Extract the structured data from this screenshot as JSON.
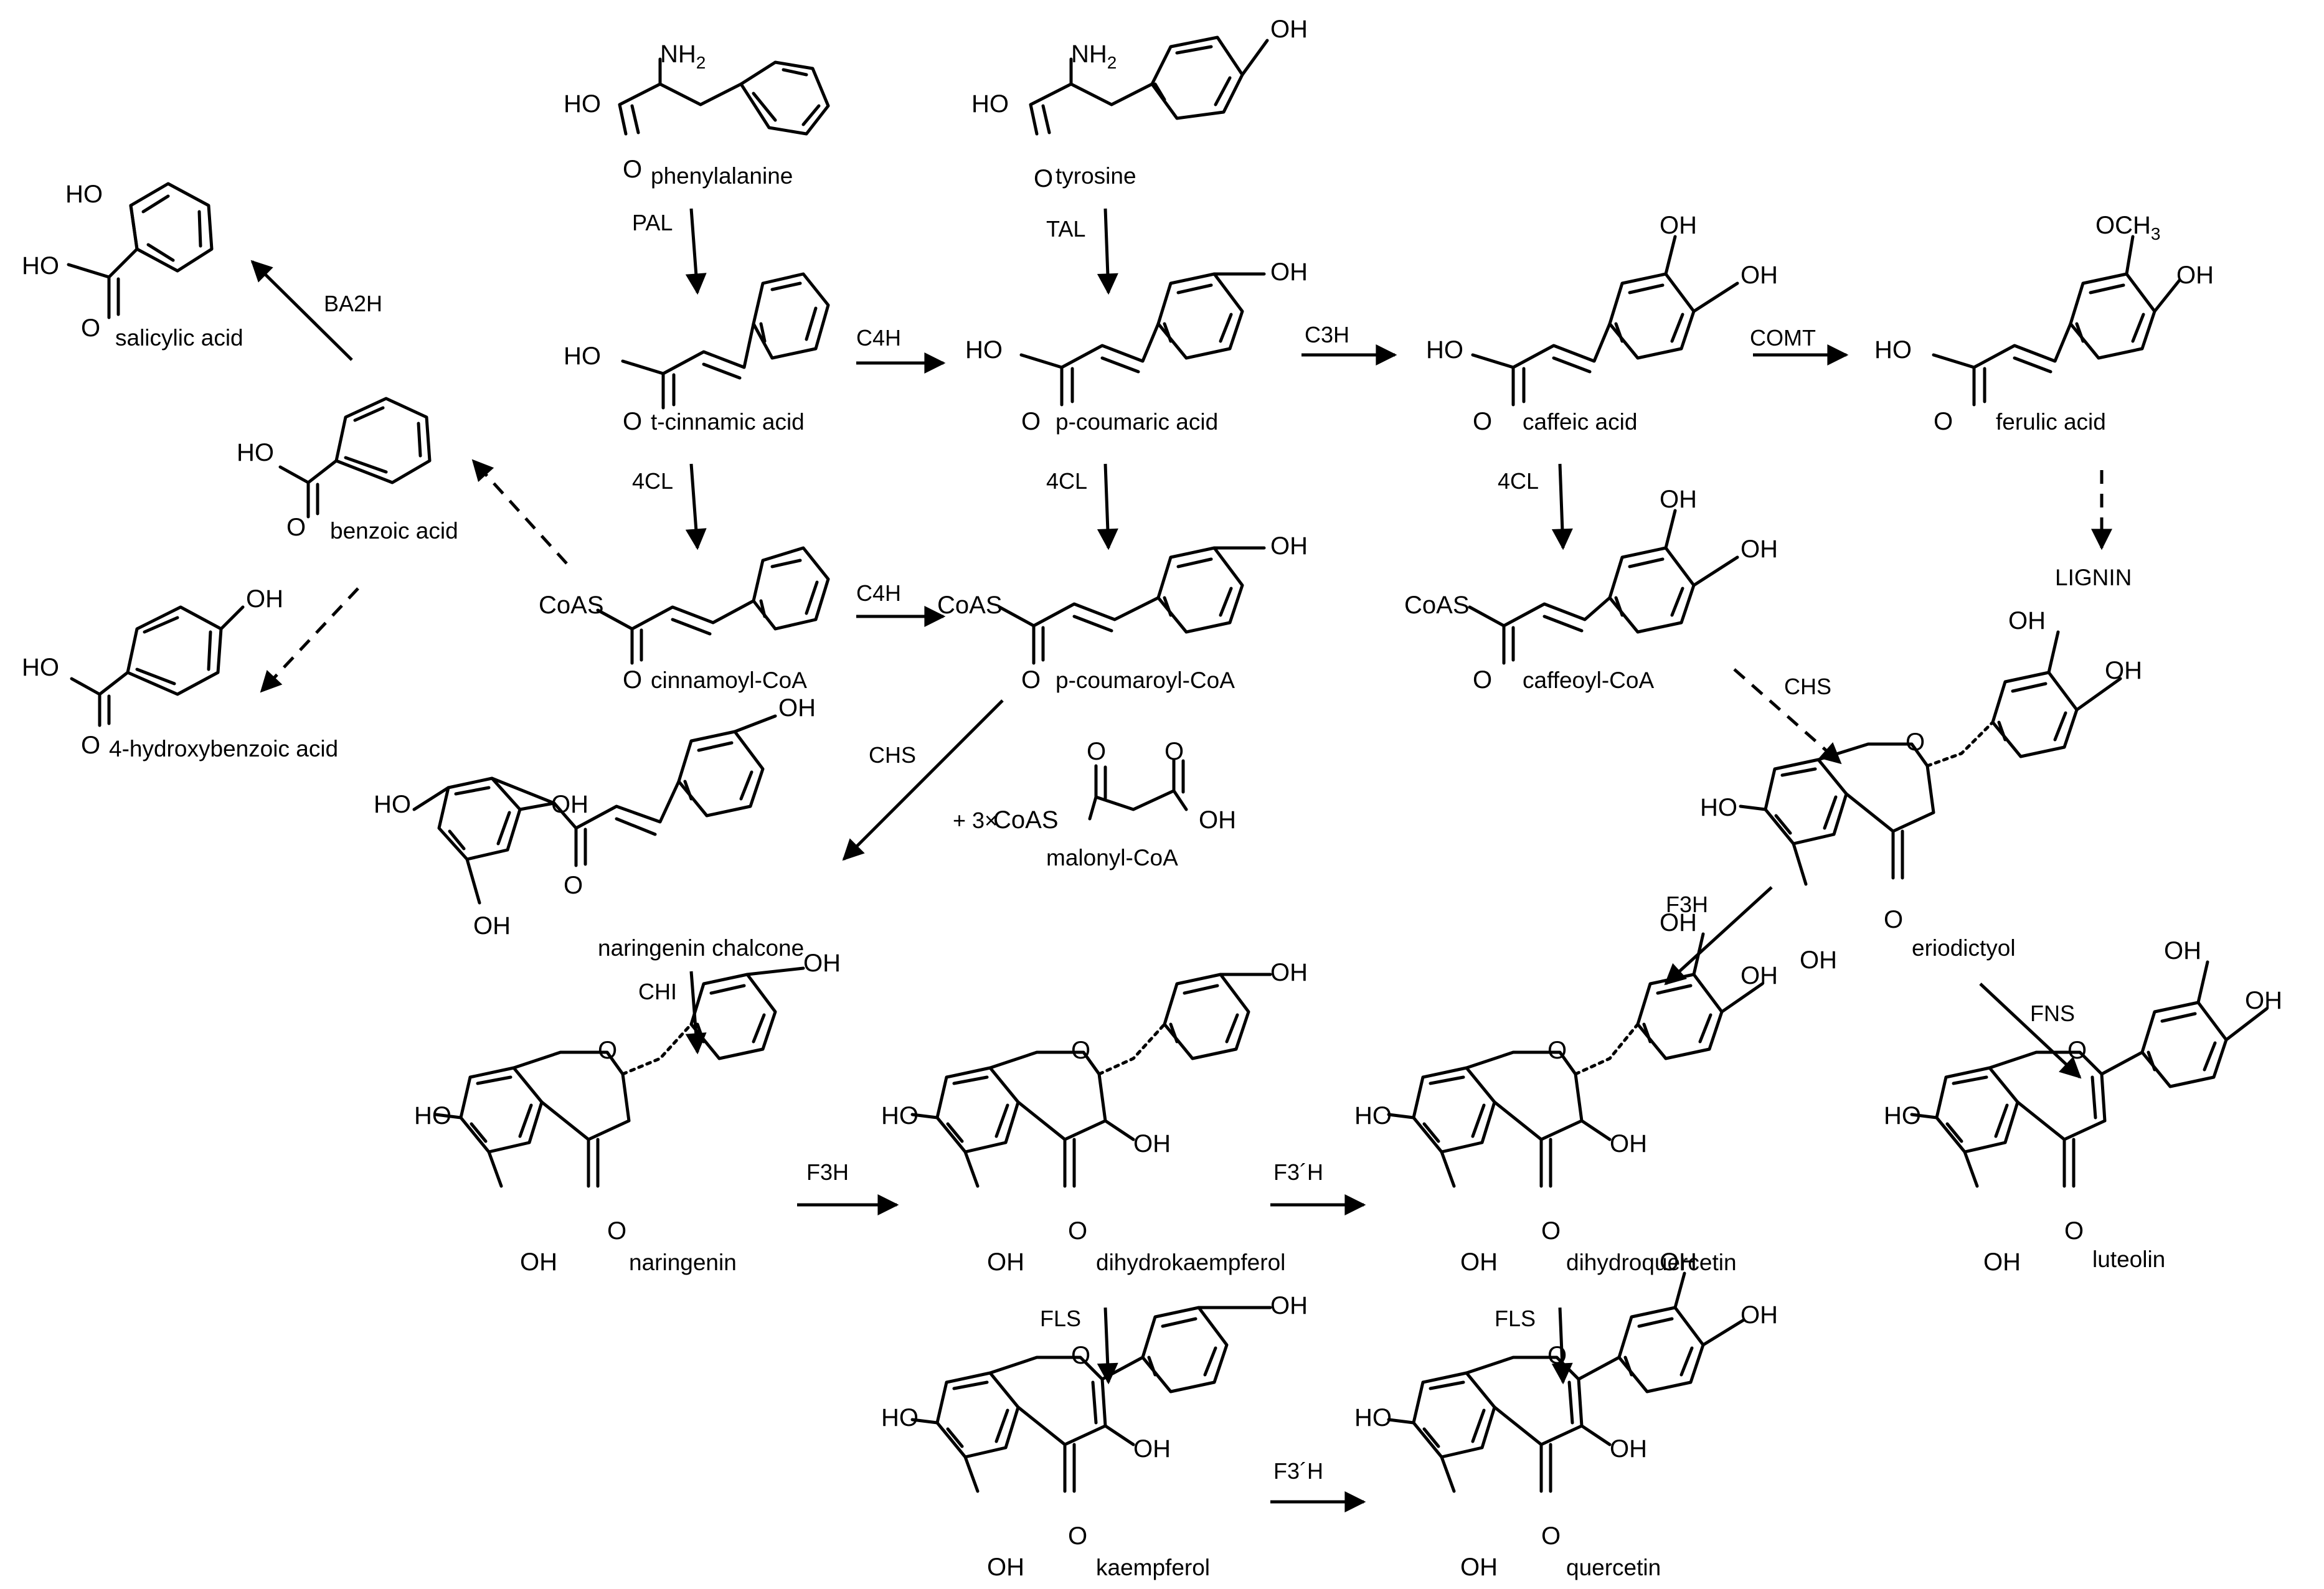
{
  "compounds": {
    "phenylalanine": "phenylalanine",
    "tyrosine": "tyrosine",
    "t_cinnamic_acid": "t-cinnamic acid",
    "p_coumaric_acid": "p-coumaric acid",
    "caffeic_acid": "caffeic acid",
    "ferulic_acid": "ferulic acid",
    "lignin": "LIGNIN",
    "salicylic_acid": "salicylic acid",
    "benzoic_acid": "benzoic acid",
    "hydroxybenzoic_acid": "4-hydroxybenzoic acid",
    "cinnamoyl_coa": "cinnamoyl-CoA",
    "p_coumaroyl_coa": "p-coumaroyl-CoA",
    "caffeoyl_coa": "caffeoyl-CoA",
    "malonyl_coa": "malonyl-CoA",
    "naringenin_chalcone": "naringenin chalcone",
    "naringenin": "naringenin",
    "eriodictyol": "eriodictyol",
    "dihydrokaempferol": "dihydrokaempferol",
    "dihydroquercetin": "dihydroquercetin",
    "luteolin": "luteolin",
    "kaempferol": "kaempferol",
    "quercetin": "quercetin"
  },
  "enzymes": {
    "pal": "PAL",
    "tal": "TAL",
    "c4h": "C4H",
    "c3h": "C3H",
    "comt": "COMT",
    "ba2h": "BA2H",
    "cl4": "4CL",
    "chs": "CHS",
    "chi": "CHI",
    "f3h": "F3H",
    "f3ph": "F3´H",
    "fls": "FLS",
    "fns": "FNS"
  },
  "stoichiometry": {
    "malonyl_count": "+ 3×"
  },
  "atoms": {
    "oh": "OH",
    "ho": "HO",
    "o": "O",
    "nh": "NH",
    "two": "2",
    "three": "3",
    "coas": "CoAS",
    "och": "OCH"
  }
}
